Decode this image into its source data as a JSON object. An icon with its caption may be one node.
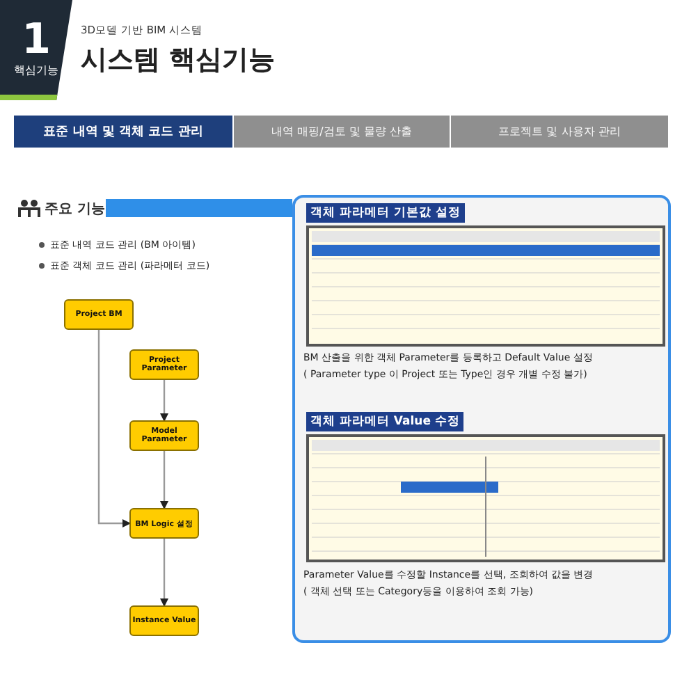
{
  "diagram": {
    "title": "시스템 핵심기능",
    "nodes": [
      {
        "text": [
          "1",
          "핵심기능"
        ]
      },
      {
        "text": [
          "표준 내역 및 객체 코드 관리"
        ]
      },
      {
        "text": [
          "내역 매핑/검토 및 물량 산출"
        ]
      },
      {
        "text": [
          "프로젝트 및 사용자 관리"
        ]
      },
      {
        "text": [],
        "shape": "box"
      },
      {
        "text": [
          "객체 파라메터 기본값 설정"
        ],
        "in": 4
      },
      {
        "text": [],
        "shape": "picture",
        "in": 4
      },
      {
        "text": [
          "객체 파라메터 Value 수정"
        ],
        "in": 4
      },
      {
        "text": [],
        "shape": "picture",
        "in": 4
      },
      {
        "text": [
          "Project BM"
        ]
      },
      {
        "text": [
          "Project Parameter"
        ]
      },
      {
        "text": [
          "Model Parameter"
        ]
      },
      {
        "text": [
          "BM Logic 설정"
        ]
      },
      {
        "text": [
          "Instance Value"
        ]
      }
    ],
    "edges": [
      {
        "from": 9,
        "to": 12,
        "arrow": "to"
      },
      {
        "from": 10,
        "to": 11,
        "arrow": "to"
      },
      {
        "from": 11,
        "to": 12,
        "arrow": "to"
      },
      {
        "from": 12,
        "to": 13,
        "arrow": "to"
      }
    ],
    "labels": [
      "3D모델 기반 BIM 시스템",
      "주요 기능",
      "표준 내역 코드 관리 (BM 아이템)",
      "표준 객체 코드 관리 (파라메터 코드)",
      "BM 산출을 위한 객체 Parameter를 등록하고 Default Value 설정",
      "( Parameter type 이 Project 또는 Type인 경우 개별 수정 불가)",
      "Parameter Value를 수정할 Instance를 선택, 조회하여 값을 변경",
      "( 객체 선택 또는 Category등을 이용하여 조회 가능)"
    ]
  }
}
